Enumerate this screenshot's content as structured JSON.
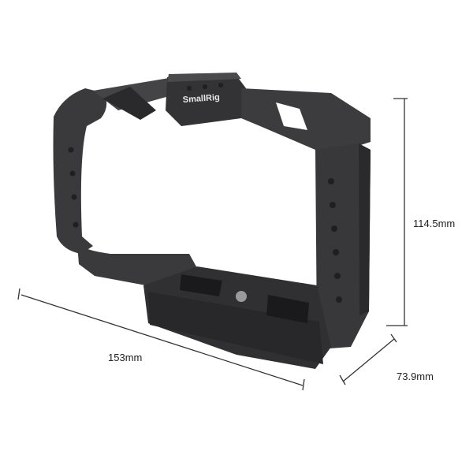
{
  "product": {
    "brand_logo": "SmallRig",
    "colors": {
      "cage": "#3a3a3c",
      "cage_dark": "#232325",
      "cage_light": "#59595c",
      "dimension_line": "#333333"
    }
  },
  "dimensions": {
    "height": "114.5mm",
    "width": "153mm",
    "depth": "73.9mm"
  }
}
